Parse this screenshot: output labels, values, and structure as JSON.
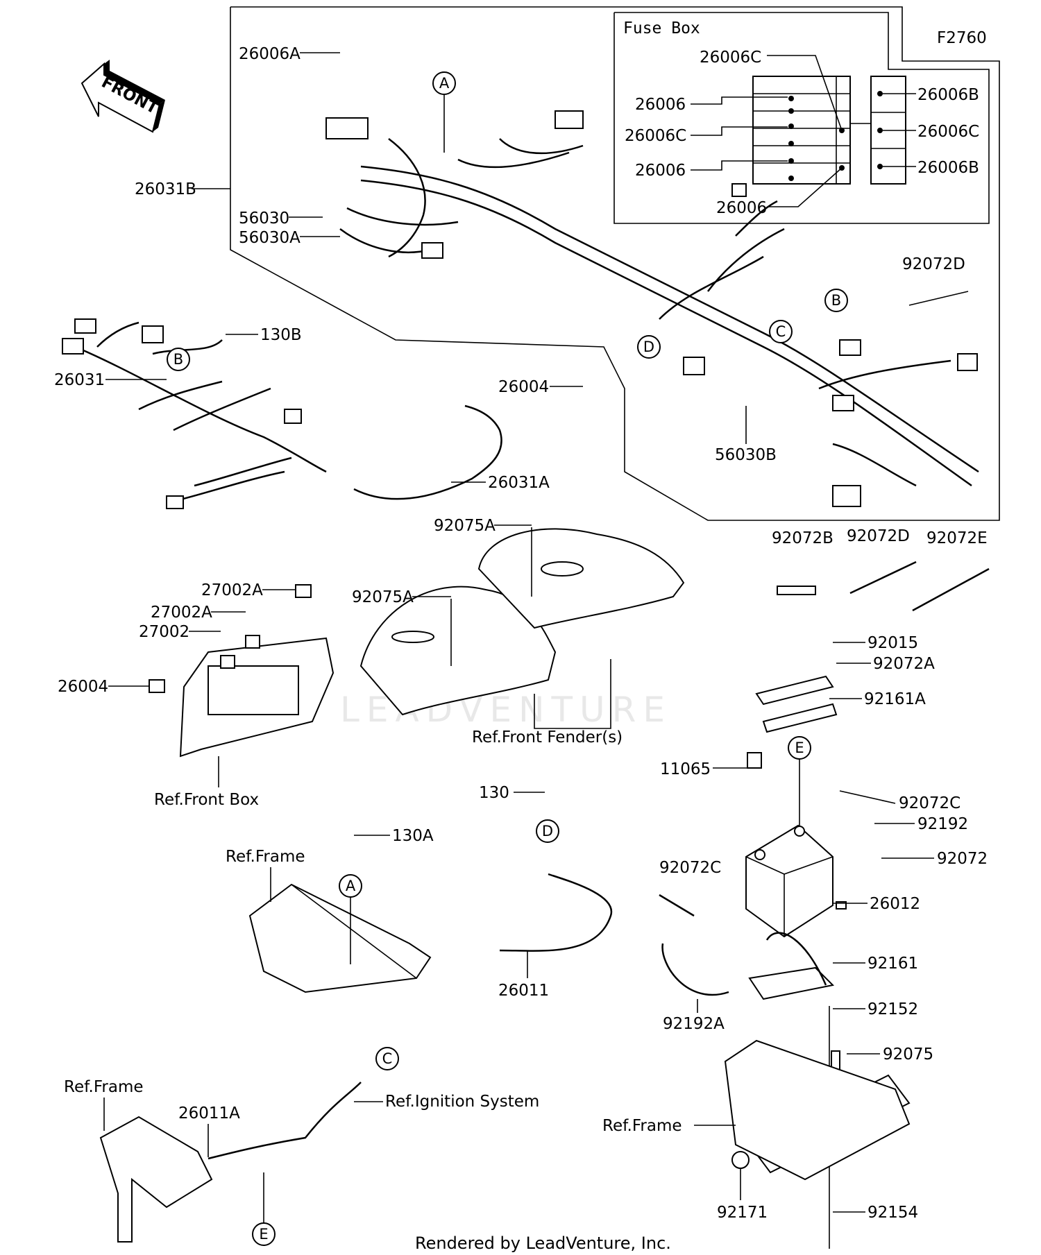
{
  "diagram_code": "F2760",
  "front_label": "FRONT",
  "fuse_box_title": "Fuse Box",
  "watermark": "LEADVENTURE",
  "footer": "Rendered by LeadVenture, Inc.",
  "callout_letters": [
    "A",
    "B",
    "C",
    "D",
    "E"
  ],
  "part_labels": {
    "p26006A": "26006A",
    "p26031B": "26031B",
    "p56030": "56030",
    "p56030A": "56030A",
    "p26006C_top": "26006C",
    "p26006_1": "26006",
    "p26006C_mid": "26006C",
    "p26006_2": "26006",
    "p26006_3": "26006",
    "p26006B_1": "26006B",
    "p26006C_r": "26006C",
    "p26006B_2": "26006B",
    "p92072D_1": "92072D",
    "p130B": "130B",
    "p26031": "26031",
    "p26004_top": "26004",
    "p56030B": "56030B",
    "p26031A": "26031A",
    "p92075A_1": "92075A",
    "p92075A_2": "92075A",
    "p92072B": "92072B",
    "p92072D_2": "92072D",
    "p92072E": "92072E",
    "p27002A_1": "27002A",
    "p27002A_2": "27002A",
    "p27002": "27002",
    "p26004_left": "26004",
    "p92015": "92015",
    "p92072A": "92072A",
    "p92161A": "92161A",
    "p11065": "11065",
    "p130": "130",
    "p92072C_r": "92072C",
    "p92192": "92192",
    "p92072": "92072",
    "p130A": "130A",
    "p92072C_l": "92072C",
    "p26012": "26012",
    "p26011": "26011",
    "p92161": "92161",
    "p92192A": "92192A",
    "p92152": "92152",
    "p92075": "92075",
    "p26011A": "26011A",
    "p92171": "92171",
    "p92154": "92154"
  },
  "ref_labels": {
    "front_fenders": "Ref.Front Fender(s)",
    "front_box": "Ref.Front Box",
    "frame_mid": "Ref.Frame",
    "frame_left": "Ref.Frame",
    "frame_right": "Ref.Frame",
    "ignition_system": "Ref.Ignition System"
  }
}
